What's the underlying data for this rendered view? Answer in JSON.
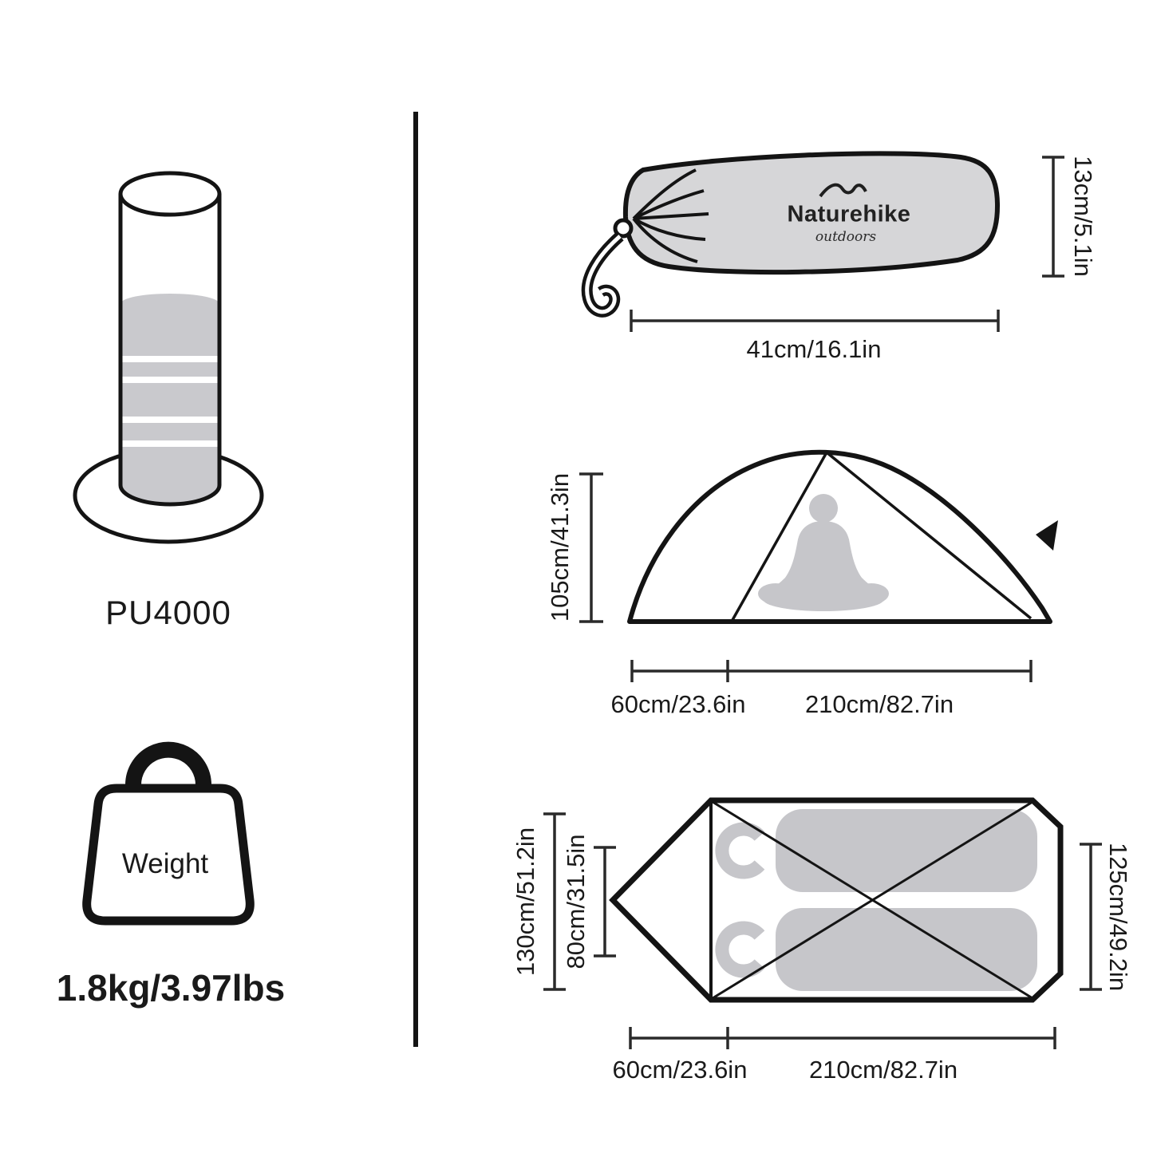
{
  "left_panel": {
    "waterproof_rating": "PU4000",
    "weight_icon_label": "Weight",
    "weight_value": "1.8kg/3.97lbs"
  },
  "stuff_sack": {
    "brand": "Naturehike",
    "brand_tagline": "outdoors",
    "height": "13cm/5.1in",
    "length": "41cm/16.1in"
  },
  "tent_side_view": {
    "height": "105cm/41.3in",
    "vestibule_depth": "60cm/23.6in",
    "floor_length": "210cm/82.7in"
  },
  "tent_top_view": {
    "outer_width": "130cm/51.2in",
    "inner_width": "80cm/31.5in",
    "head_end_width": "125cm/49.2in",
    "vestibule_depth": "60cm/23.6in",
    "floor_length": "210cm/82.7in"
  },
  "colors": {
    "line": "#141414",
    "gray_fill": "#c9c9cd",
    "bag_fill": "#d6d6d8"
  }
}
